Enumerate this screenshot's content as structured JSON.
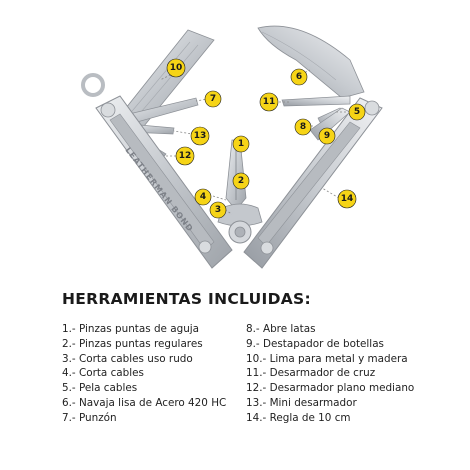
{
  "heading": "HERRAMIENTAS INCLUIDAS:",
  "tools_left": [
    "1.- Pinzas puntas de aguja",
    "2.- Pinzas puntas regulares",
    "3.- Corta cables uso rudo",
    "4.- Corta cables",
    "5.- Pela cables",
    "6.- Navaja lisa de Acero 420 HC",
    "7.- Punzón"
  ],
  "tools_right": [
    "8.- Abre latas",
    "9.- Destapador de botellas",
    "10.- Lima para metal y madera",
    "11.- Desarmador de cruz",
    "12.- Desarmador plano mediano",
    "13.- Mini desarmador",
    "14.- Regla de 10 cm"
  ],
  "callouts": [
    "1",
    "2",
    "3",
    "4",
    "5",
    "6",
    "7",
    "8",
    "9",
    "10",
    "11",
    "12",
    "13",
    "14"
  ],
  "brand_engraving": "LEATHERMAN BOND",
  "colors": {
    "callout": "#f6d416",
    "steel": "#c9ccd0",
    "steel_dark": "#8d9197",
    "text": "#1a1a1a"
  }
}
